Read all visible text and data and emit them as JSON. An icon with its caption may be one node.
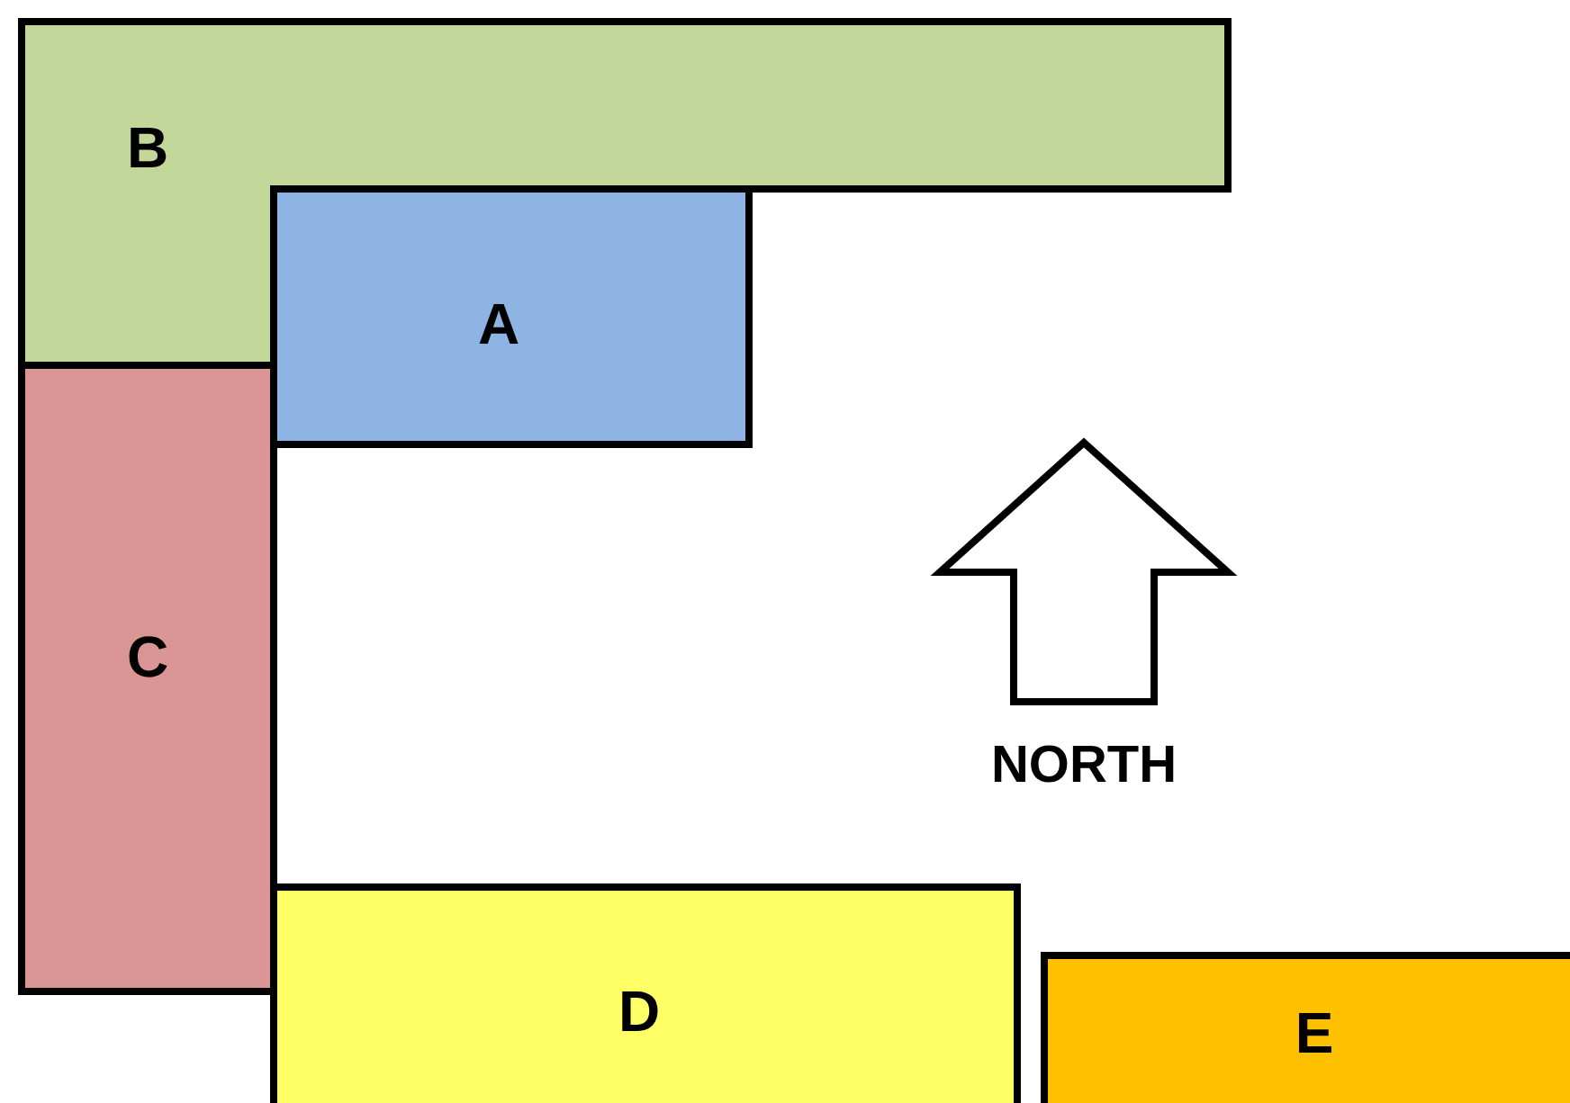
{
  "diagram": {
    "nodes": [
      {
        "text": [
          "B"
        ]
      },
      {
        "text": [
          "A"
        ]
      },
      {
        "text": [
          "C"
        ]
      },
      {
        "text": [
          "D"
        ]
      },
      {
        "text": [
          "E"
        ]
      }
    ],
    "edges": [],
    "labels": [
      "NORTH"
    ]
  }
}
